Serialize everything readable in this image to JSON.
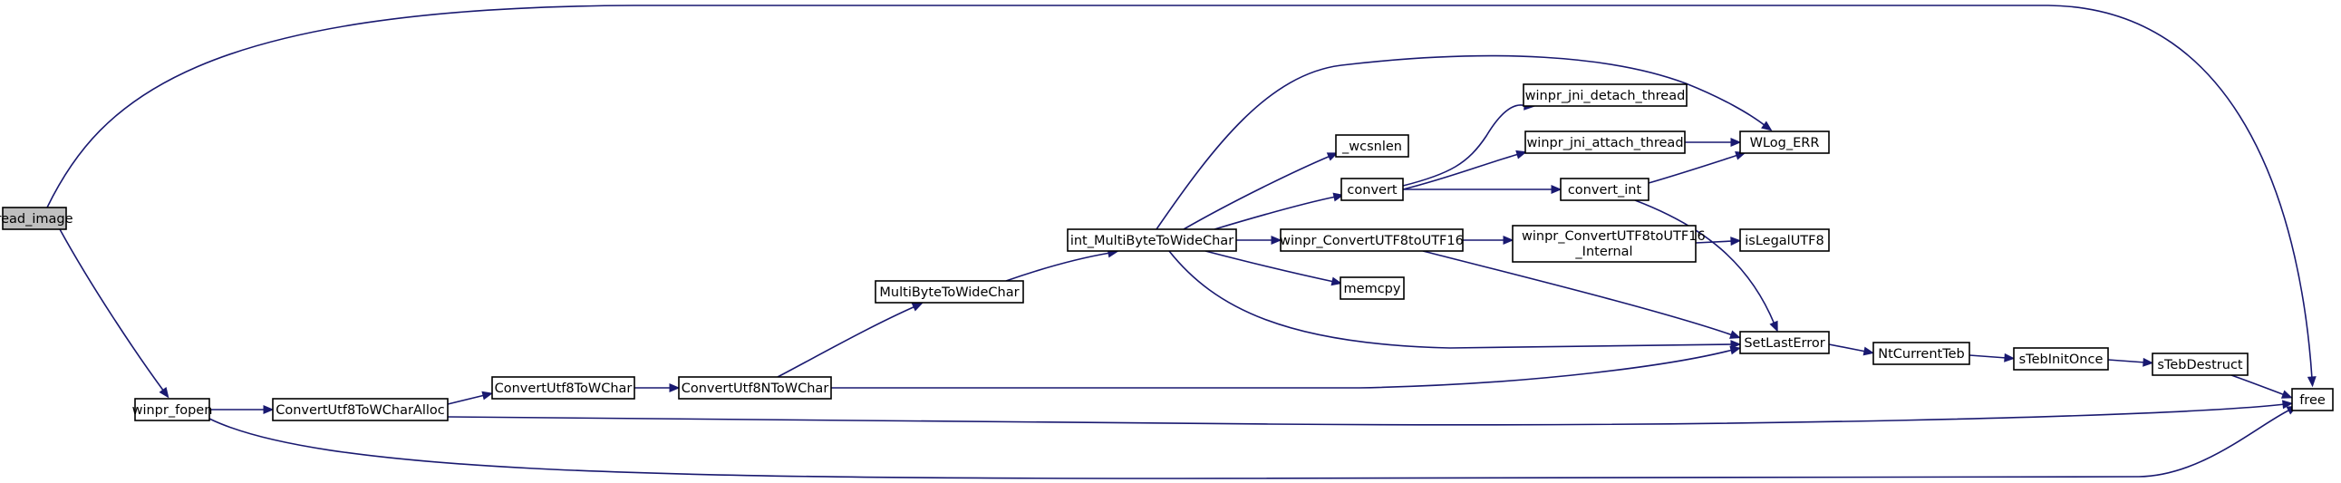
{
  "diagram": {
    "nodes": [
      {
        "id": "read_image",
        "label": "read_image",
        "root": true
      },
      {
        "id": "winpr_fopen",
        "label": "winpr_fopen"
      },
      {
        "id": "ConvertUtf8ToWCharAlloc",
        "label": "ConvertUtf8ToWCharAlloc"
      },
      {
        "id": "ConvertUtf8ToWChar",
        "label": "ConvertUtf8ToWChar"
      },
      {
        "id": "ConvertUtf8NToWChar",
        "label": "ConvertUtf8NToWChar"
      },
      {
        "id": "MultiByteToWideChar",
        "label": "MultiByteToWideChar"
      },
      {
        "id": "int_MultiByteToWideChar",
        "label": "int_MultiByteToWideChar"
      },
      {
        "id": "_wcsnlen",
        "label": "_wcsnlen"
      },
      {
        "id": "convert",
        "label": "convert"
      },
      {
        "id": "winpr_ConvertUTF8toUTF16",
        "label": "winpr_ConvertUTF8toUTF16"
      },
      {
        "id": "memcpy",
        "label": "memcpy"
      },
      {
        "id": "winpr_jni_detach_thread",
        "label": "winpr_jni_detach_thread"
      },
      {
        "id": "winpr_jni_attach_thread",
        "label": "winpr_jni_attach_thread"
      },
      {
        "id": "convert_int",
        "label": "convert_int"
      },
      {
        "id": "winpr_ConvertUTF8toUTF16_Internal",
        "label": "winpr_ConvertUTF8toUTF16",
        "label2": "_Internal"
      },
      {
        "id": "WLog_ERR",
        "label": "WLog_ERR"
      },
      {
        "id": "isLegalUTF8",
        "label": "isLegalUTF8"
      },
      {
        "id": "SetLastError",
        "label": "SetLastError"
      },
      {
        "id": "NtCurrentTeb",
        "label": "NtCurrentTeb"
      },
      {
        "id": "sTebInitOnce",
        "label": "sTebInitOnce"
      },
      {
        "id": "sTebDestruct",
        "label": "sTebDestruct"
      },
      {
        "id": "free",
        "label": "free"
      }
    ],
    "edges": [
      [
        "read_image",
        "free"
      ],
      [
        "read_image",
        "winpr_fopen"
      ],
      [
        "winpr_fopen",
        "ConvertUtf8ToWCharAlloc"
      ],
      [
        "winpr_fopen",
        "free"
      ],
      [
        "ConvertUtf8ToWCharAlloc",
        "ConvertUtf8ToWChar"
      ],
      [
        "ConvertUtf8ToWCharAlloc",
        "free"
      ],
      [
        "ConvertUtf8ToWChar",
        "ConvertUtf8NToWChar"
      ],
      [
        "ConvertUtf8NToWChar",
        "MultiByteToWideChar"
      ],
      [
        "ConvertUtf8NToWChar",
        "SetLastError"
      ],
      [
        "MultiByteToWideChar",
        "int_MultiByteToWideChar"
      ],
      [
        "int_MultiByteToWideChar",
        "WLog_ERR"
      ],
      [
        "int_MultiByteToWideChar",
        "_wcsnlen"
      ],
      [
        "int_MultiByteToWideChar",
        "convert"
      ],
      [
        "int_MultiByteToWideChar",
        "winpr_ConvertUTF8toUTF16"
      ],
      [
        "int_MultiByteToWideChar",
        "memcpy"
      ],
      [
        "int_MultiByteToWideChar",
        "SetLastError"
      ],
      [
        "convert",
        "winpr_jni_detach_thread"
      ],
      [
        "convert",
        "winpr_jni_attach_thread"
      ],
      [
        "convert",
        "convert_int"
      ],
      [
        "winpr_jni_attach_thread",
        "WLog_ERR"
      ],
      [
        "convert_int",
        "WLog_ERR"
      ],
      [
        "convert_int",
        "SetLastError"
      ],
      [
        "winpr_ConvertUTF8toUTF16",
        "winpr_ConvertUTF8toUTF16_Internal"
      ],
      [
        "winpr_ConvertUTF8toUTF16",
        "SetLastError"
      ],
      [
        "winpr_ConvertUTF8toUTF16_Internal",
        "isLegalUTF8"
      ],
      [
        "SetLastError",
        "NtCurrentTeb"
      ],
      [
        "NtCurrentTeb",
        "sTebInitOnce"
      ],
      [
        "sTebInitOnce",
        "sTebDestruct"
      ],
      [
        "sTebDestruct",
        "free"
      ]
    ]
  }
}
